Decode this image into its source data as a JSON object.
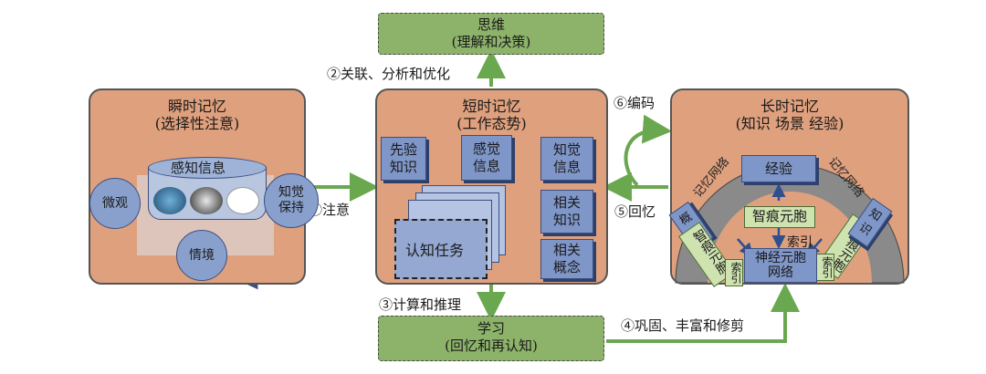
{
  "thinking": {
    "title": "思维",
    "subtitle": "(理解和决策)"
  },
  "learning": {
    "title": "学习",
    "subtitle": "(回忆和再认知)"
  },
  "sensory": {
    "title": "瞬时记忆",
    "subtitle": "(选择性注意)",
    "center_label": "感知信息",
    "micro": "微观",
    "retain_1": "知觉",
    "retain_2": "保持",
    "context": "情境"
  },
  "short_term": {
    "title": "短时记忆",
    "subtitle": "(工作态势)",
    "prior_1": "先验",
    "prior_2": "知识",
    "sense_1": "感觉",
    "sense_2": "信息",
    "percept_1": "知觉",
    "percept_2": "信息",
    "rel_know_1": "相关",
    "rel_know_2": "知识",
    "rel_concept_1": "相关",
    "rel_concept_2": "概念",
    "task": "认知任务"
  },
  "long_term": {
    "title": "长时记忆",
    "subtitle": "(知识 场景 经验)",
    "arc_left": "记忆网络",
    "arc_right": "记忆网络",
    "experience": "经验",
    "engram_center": "智痕元胞",
    "concept": "概念",
    "engram_left": "智痕元胞",
    "engram_right": "智痕元胞",
    "knowledge": "知识",
    "index_center": "索引",
    "index_left": "索引",
    "index_right": "索引",
    "neural_1": "神经元胞",
    "neural_2": "网络"
  },
  "steps": {
    "s1": "①注意",
    "s2": "②关联、分析和优化",
    "s3": "③计算和推理",
    "s4": "④巩固、丰富和修剪",
    "s5": "⑤回忆",
    "s6": "⑥编码"
  },
  "colors": {
    "panel": "#dfa07e",
    "green": "#8db36a",
    "blue": "#7f96c8",
    "arrow_green": "#6aa84f",
    "arrow_blue": "#2f4f8f"
  }
}
